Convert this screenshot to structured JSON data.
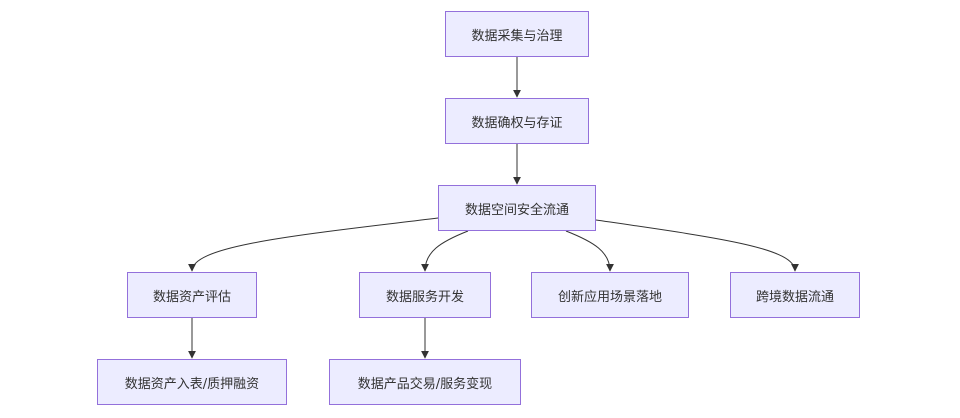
{
  "diagram": {
    "nodes": [
      {
        "id": "n1",
        "label": "数据采集与治理"
      },
      {
        "id": "n2",
        "label": "数据确权与存证"
      },
      {
        "id": "n3",
        "label": "数据空间安全流通"
      },
      {
        "id": "n4",
        "label": "数据资产评估"
      },
      {
        "id": "n5",
        "label": "数据服务开发"
      },
      {
        "id": "n6",
        "label": "创新应用场景落地"
      },
      {
        "id": "n7",
        "label": "跨境数据流通"
      },
      {
        "id": "n8",
        "label": "数据资产入表/质押融资"
      },
      {
        "id": "n9",
        "label": "数据产品交易/服务变现"
      }
    ],
    "edges": [
      {
        "from": "n1",
        "to": "n2"
      },
      {
        "from": "n2",
        "to": "n3"
      },
      {
        "from": "n3",
        "to": "n4"
      },
      {
        "from": "n3",
        "to": "n5"
      },
      {
        "from": "n3",
        "to": "n6"
      },
      {
        "from": "n3",
        "to": "n7"
      },
      {
        "from": "n4",
        "to": "n8"
      },
      {
        "from": "n5",
        "to": "n9"
      }
    ],
    "colors": {
      "node_fill": "#ececff",
      "node_border": "#9370db",
      "edge": "#333333",
      "text": "#333333"
    }
  }
}
